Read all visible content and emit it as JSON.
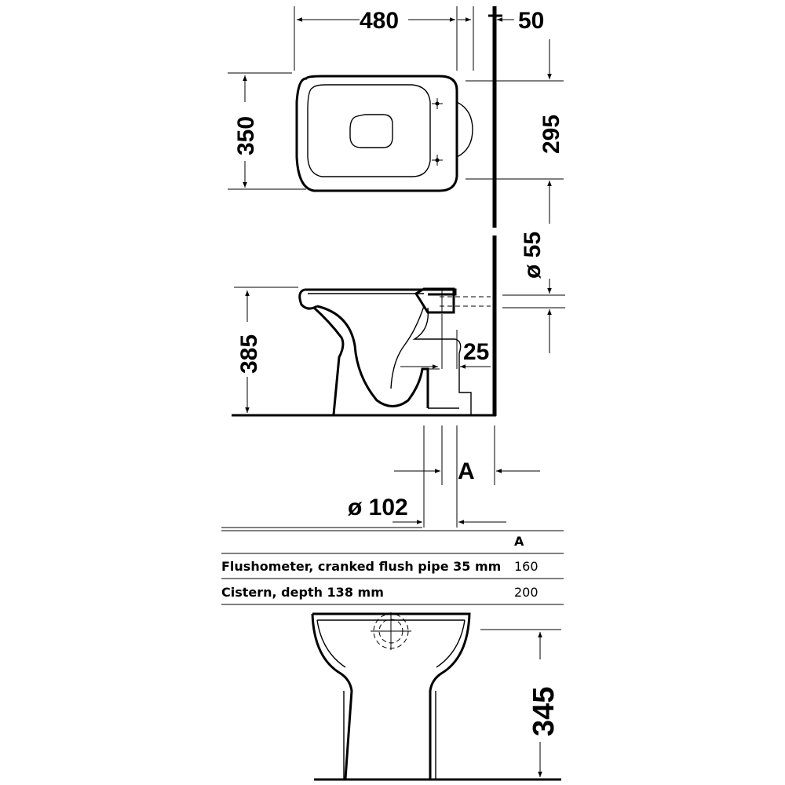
{
  "dimensions": {
    "width_480": "480",
    "wall_50": "50",
    "depth_350": "350",
    "depth_295": "295",
    "diameter_55": "ø 55",
    "height_385": "385",
    "offset_25": "25",
    "label_a": "A",
    "diameter_102": "ø 102",
    "height_345": "345"
  },
  "table": {
    "header": "A",
    "rows": [
      {
        "label": "Flushometer, cranked flush pipe 35 mm",
        "value": "160"
      },
      {
        "label": "Cistern, depth 138 mm",
        "value": "200"
      }
    ]
  }
}
